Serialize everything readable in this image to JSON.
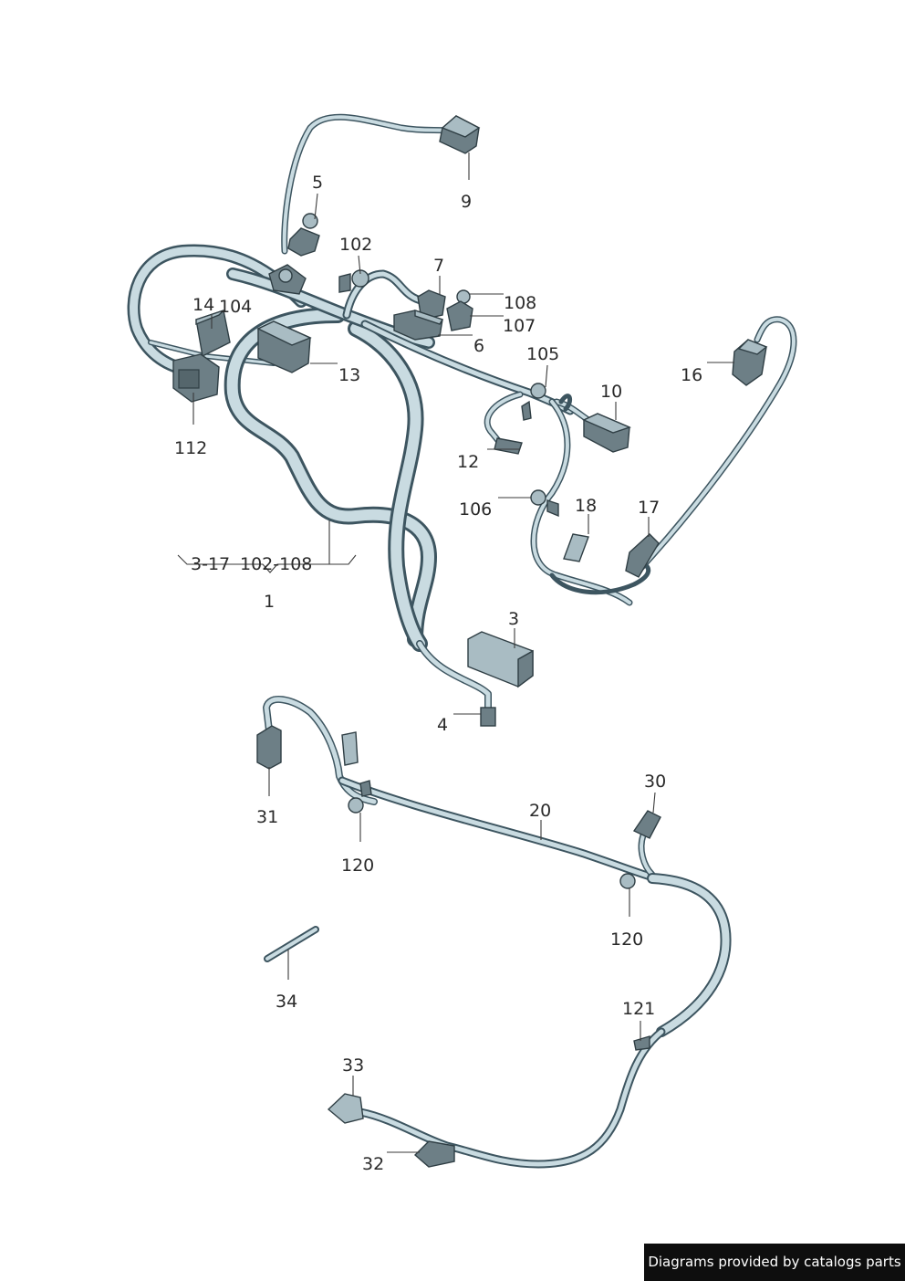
{
  "diagram": {
    "callouts": {
      "c1": "1",
      "c3": "3",
      "c4": "4",
      "c5": "5",
      "c6": "6",
      "c7": "7",
      "c9": "9",
      "c10": "10",
      "c12": "12",
      "c13": "13",
      "c14": "14",
      "c16": "16",
      "c17": "17",
      "c18": "18",
      "c20": "20",
      "c30": "30",
      "c31": "31",
      "c32": "32",
      "c33": "33",
      "c34": "34",
      "c102": "102",
      "c104": "104",
      "c105": "105",
      "c106": "106",
      "c107": "107",
      "c108": "108",
      "c112": "112",
      "c120a": "120",
      "c120b": "120",
      "c121": "121"
    },
    "bracket": {
      "range_a": "3-17",
      "range_b": "102-108"
    }
  },
  "footer": {
    "credit": "Diagrams provided by catalogs parts"
  }
}
